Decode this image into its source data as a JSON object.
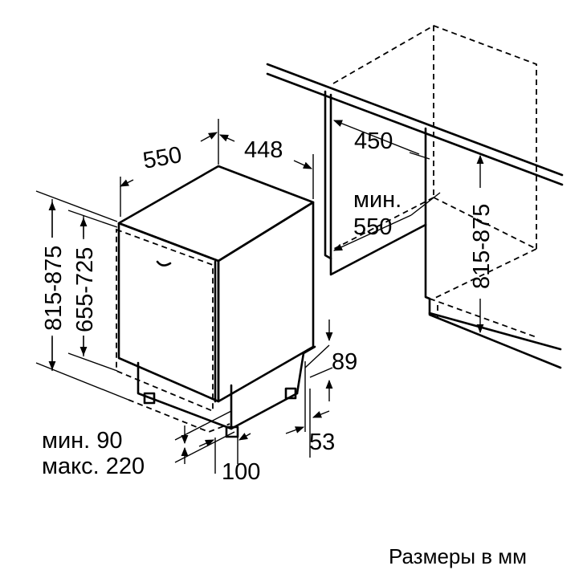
{
  "caption": "Размеры в мм",
  "dimensions": {
    "depth": "550",
    "width": "448",
    "niche_depth": "450",
    "niche_min_line1": "мин.",
    "niche_min_line2": "550",
    "niche_height": "815-875",
    "total_height": "815-875",
    "body_height": "655-725",
    "plinth_min": "мин. 90",
    "plinth_max": "макс. 220",
    "plinth_depth": "100",
    "foot_top": "89",
    "foot_bottom": "53"
  }
}
